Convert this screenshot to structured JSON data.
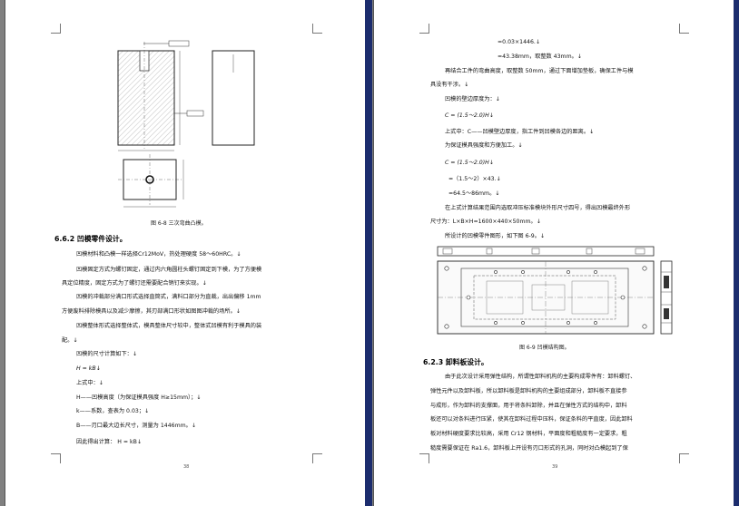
{
  "page_left": {
    "figure_caption": "图 6-8  三次弯曲凸模。",
    "section_heading": "6.6.2  凹模零件设计。",
    "lines": [
      "凹模材料和凸模一样选择Cr12MoV，热处理硬度 58～60HRC。↓",
      "凹模固定方式为螺钉固定，通过内六角圆柱头螺钉固定到下模，为了方便模",
      "具定位精度，固定方式为了螺钉还需要配合销钉来实现。↓",
      "凹模的冲裁部分满口形式选择直筒式，满料口部分为直裁，出出偏移 1mm",
      "方便废料排除模具以及减少摩擦，其刃部满口形状如图图冲裁的场所。↓",
      "凹模整体形式选择整体式，模具整体尺寸较中，整体式凹模有利于模具的装",
      "配。↓",
      "凹模的尺寸计算如下：↓",
      "H = kB↓",
      "上式中：↓",
      "H——凹模高度（为保证模具强度 H≥15mm）；↓",
      "k——系数，查表为 0.03；↓",
      "B——刃口最大边长尺寸，测量为 1446mm。↓",
      "因此得出计算：  H = kB↓"
    ],
    "page_number": "38"
  },
  "page_right": {
    "top_lines": [
      "=0.03×1446.↓",
      "=43.38mm，取整数 43mm。↓",
      "再结合工件的弯曲高度，取整数 50mm，通过下面增加垫板，确保工件与模",
      "具没有干涉。↓",
      "凹模的壁边厚度为：↓",
      "C = (1.5～2.0)H↓",
      "上式中：C——凹模壁边厚度，指工件到凹模各边的距离。↓",
      "为保证模具强度和方便加工。↓",
      "C = (1.5～2.0)H↓",
      "=（1.5～2）×43.↓",
      "=64.5～86mm。↓",
      "在上式计算结果范围内选取冲压标准模块外形尺寸四号，得出凹模最终外形",
      "尺寸为：L×B×H=1600×440×50mm。↓",
      "所设计的凹模零件图形，如下图 6-9。↓"
    ],
    "figure_caption": "图 6-9  凹模结构图。",
    "section_heading": "6.2.3  卸料板设计。",
    "bottom_lines": [
      "由于此次设计采用弹性结构，所谓性卸料机构的主要构成零件有：卸料螺钉、",
      "弹性元件以及卸料板，所以卸料板是卸料机构的主要组成部分，卸料板不直接参",
      "与成形，作为卸料的支撑面，用于将条料卸除，并且在弹性方式的结构中，卸料",
      "板还可以对条料进行压紧，使其在卸料过程中压料，保证条料的平直度，因此卸料",
      "板对材料硬度要求比较高，采用 Cr12 钢材料，平面度和粗糙度有一定要求，粗",
      "糙度需要保证在 Ra1.6，卸料板上开设有刃口形式的孔洞，同时对凸模起到了保"
    ],
    "page_number": "39"
  }
}
